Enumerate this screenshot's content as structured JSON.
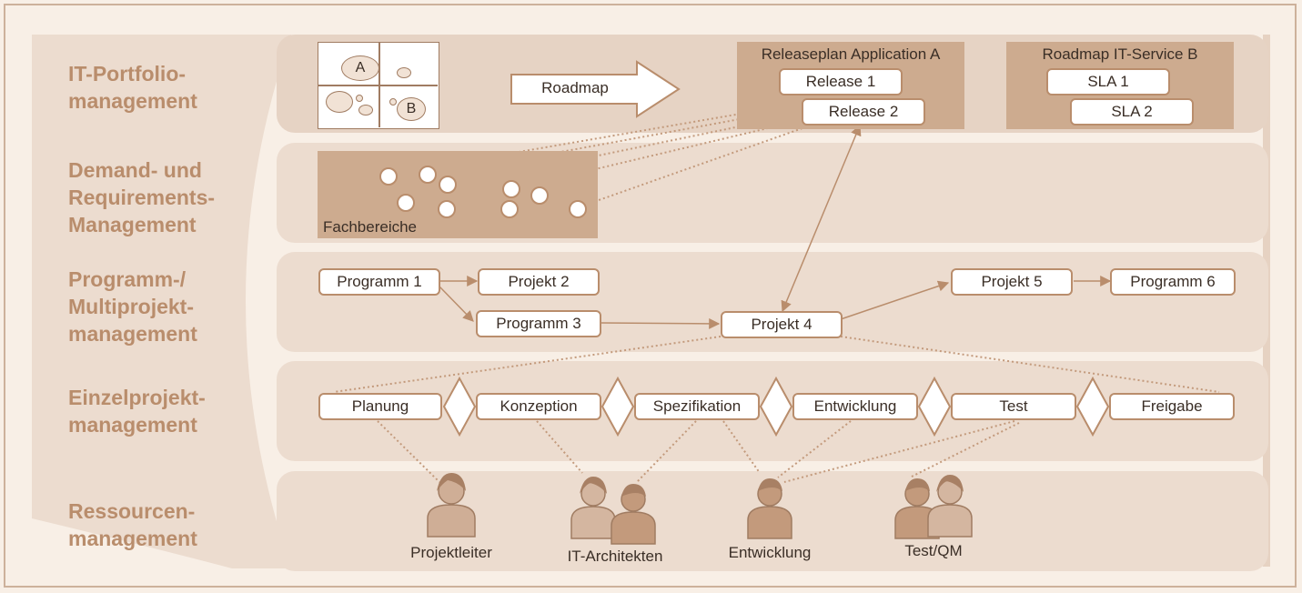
{
  "layers": [
    {
      "line1": "IT-Portfolio-",
      "line2": "management",
      "line3": ""
    },
    {
      "line1": "Demand- und",
      "line2": "Requirements-",
      "line3": "Management"
    },
    {
      "line1": "Programm-/",
      "line2": "Multiprojekt-",
      "line3": "management"
    },
    {
      "line1": "Einzelprojekt-",
      "line2": "management",
      "line3": ""
    },
    {
      "line1": "Ressourcen-",
      "line2": "management",
      "line3": ""
    }
  ],
  "portfolio": {
    "matrix": {
      "a": "A",
      "b": "B"
    },
    "roadmap_arrow": "Roadmap",
    "releaseplan": {
      "title": "Releaseplan Application A",
      "release1": "Release 1",
      "release2": "Release 2"
    },
    "service_roadmap": {
      "title": "Roadmap IT-Service B",
      "sla1": "SLA 1",
      "sla2": "SLA 2"
    }
  },
  "demand": {
    "caption": "Fachbereiche"
  },
  "programs": {
    "programm1": "Programm 1",
    "projekt2": "Projekt 2",
    "programm3": "Programm 3",
    "projekt4": "Projekt 4",
    "projekt5": "Projekt 5",
    "programm6": "Programm 6"
  },
  "phases": [
    "Planung",
    "Konzeption",
    "Spezifikation",
    "Entwicklung",
    "Test",
    "Freigabe"
  ],
  "resources": [
    "Projektleiter",
    "IT-Architekten",
    "Entwicklung",
    "Test/QM"
  ],
  "colors": {
    "accent": "#b98d6c",
    "panel": "#cdab8f",
    "band": "#ecdccf",
    "background": "#f8efe6"
  }
}
